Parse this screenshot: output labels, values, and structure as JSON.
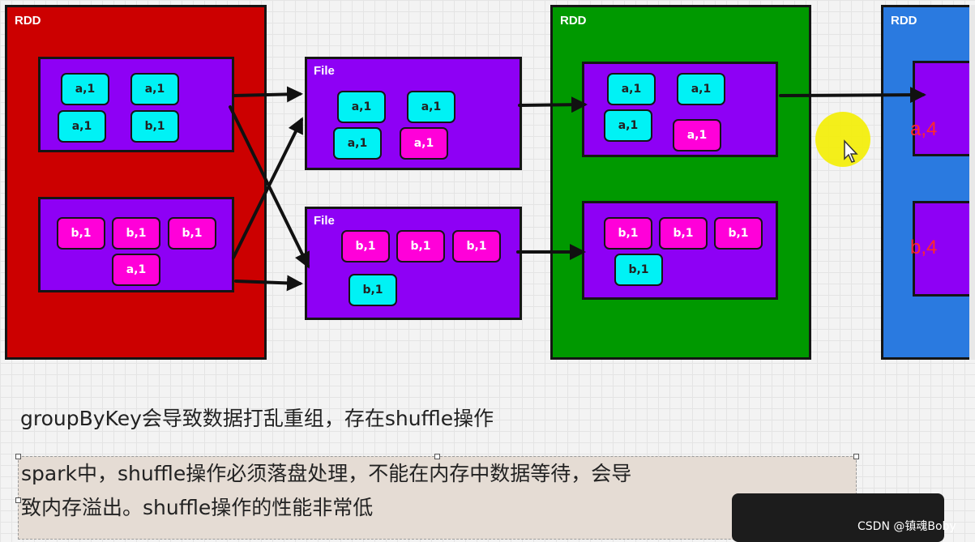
{
  "diagram": {
    "rdd_label": "RDD",
    "file_label": "File",
    "source_rdd": {
      "partition1": [
        "a,1",
        "a,1",
        "a,1",
        "b,1"
      ],
      "partition2": [
        "b,1",
        "b,1",
        "b,1",
        "a,1"
      ]
    },
    "shuffle_files": {
      "file1": [
        "a,1",
        "a,1",
        "a,1",
        "a,1"
      ],
      "file2": [
        "b,1",
        "b,1",
        "b,1",
        "b,1"
      ]
    },
    "read_rdd": {
      "partition1": [
        "a,1",
        "a,1",
        "a,1",
        "a,1"
      ],
      "partition2": [
        "b,1",
        "b,1",
        "b,1",
        "b,1"
      ]
    },
    "result_rdd": {
      "partition1": "a,4",
      "partition2": "b,4"
    }
  },
  "text": {
    "line1": "groupByKey会导致数据打乱重组，存在shuffle操作",
    "line2": "spark中，shuffle操作必须落盘处理，不能在内存中数据等待，会导",
    "line3": "致内存溢出。shuffle操作的性能非常低"
  },
  "watermark": "CSDN @镇魂Boby",
  "colors": {
    "source_rdd": "#cc0000",
    "read_rdd": "#009900",
    "result_rdd": "#2a7ae0",
    "partition": "#8e00f5",
    "cyan_item": "#00f2f5",
    "pink_item": "#ff00d9",
    "aggregate_text": "#ff2a2a"
  }
}
